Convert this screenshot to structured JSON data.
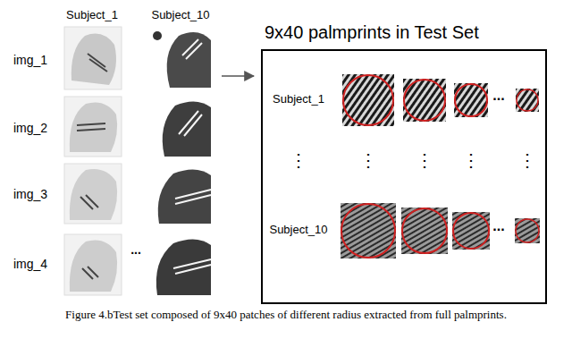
{
  "diagram": {
    "caption": "Figure 4.bTest set composed of 9x40 patches of different radius extracted from full palmprints.",
    "nodes": [
      {
        "text": [
          "9x40 palmprints in Test Set"
        ]
      }
    ],
    "labels": [
      "Subject_1",
      "Subject_10",
      "img_1",
      "img_2",
      "img_3",
      "img_4",
      "...",
      "Subject_1",
      "...",
      "⋮",
      "⋮",
      "⋮",
      "⋮",
      "⋮",
      "Subject_10",
      "..."
    ]
  }
}
